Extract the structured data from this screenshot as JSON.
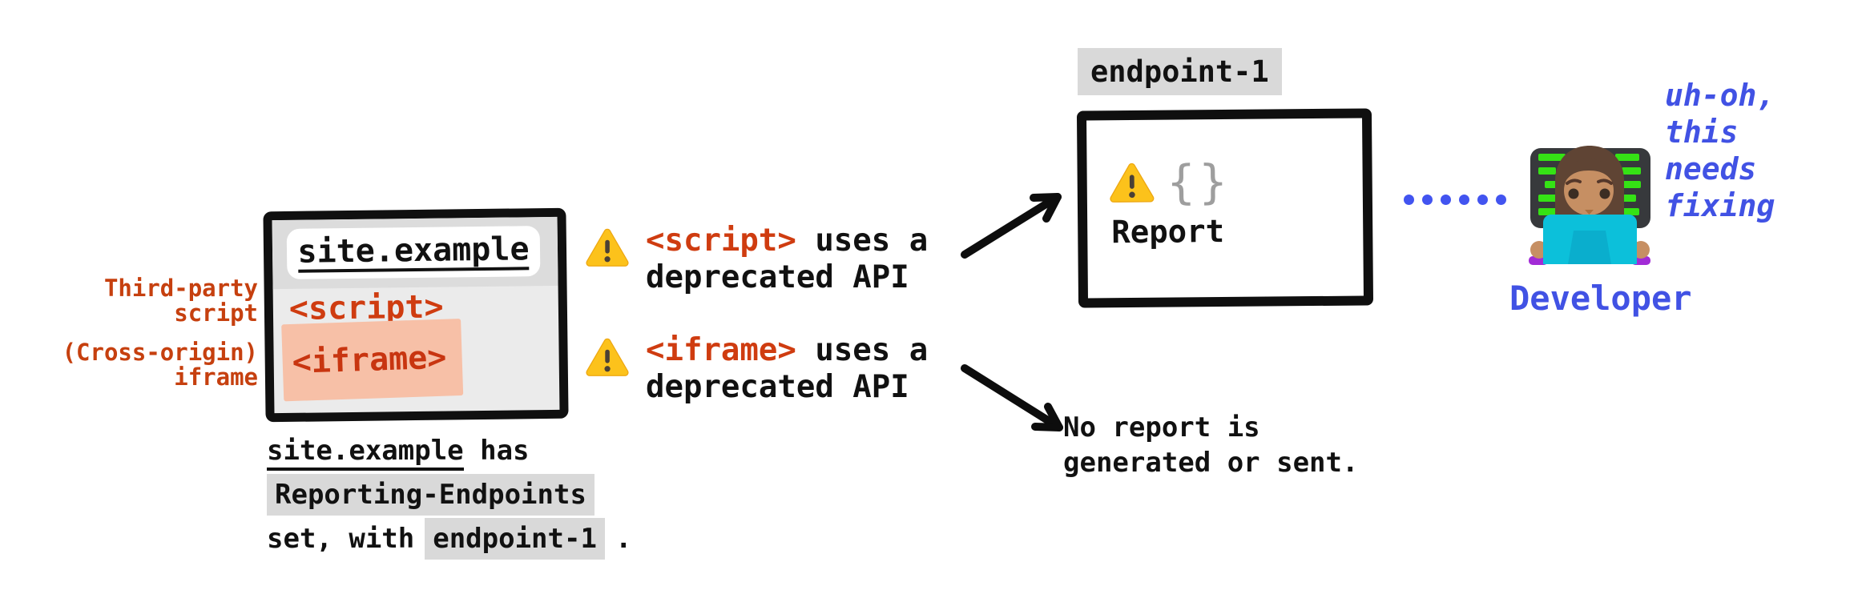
{
  "site_window": {
    "url": "site.example",
    "script_tag": "<script>",
    "iframe_tag": "<iframe>"
  },
  "side_labels": {
    "script": "Third-party\nscript",
    "iframe": "(Cross-origin)\niframe"
  },
  "caption": {
    "site": "site.example",
    "after_site": " has",
    "header_code": "Reporting-Endpoints",
    "line3_before": "set, with",
    "endpoint_code": "endpoint-1",
    "line3_after": "."
  },
  "warnings": [
    {
      "tag": "<script>",
      "line1_rest": " uses a",
      "line2": "deprecated API"
    },
    {
      "tag": "<iframe>",
      "line1_rest": " uses a",
      "line2": "deprecated API"
    }
  ],
  "endpoint": {
    "label": "endpoint-1",
    "braces": "{}",
    "report": "Report"
  },
  "no_report": "No report is\ngenerated or sent.",
  "developer": {
    "label": "Developer",
    "thought": "uh-oh,\nthis\nneeds\nfixing"
  },
  "colors": {
    "accent_red": "#cf3c10",
    "accent_blue": "#4152e4",
    "dot_blue": "#4254f0",
    "chip_gray": "#d9d9d9",
    "iframe_highlight": "#f7c0a7",
    "warning_yellow": "#fcc21b",
    "window_gray": "#ebebeb",
    "ink_black": "#111111"
  }
}
